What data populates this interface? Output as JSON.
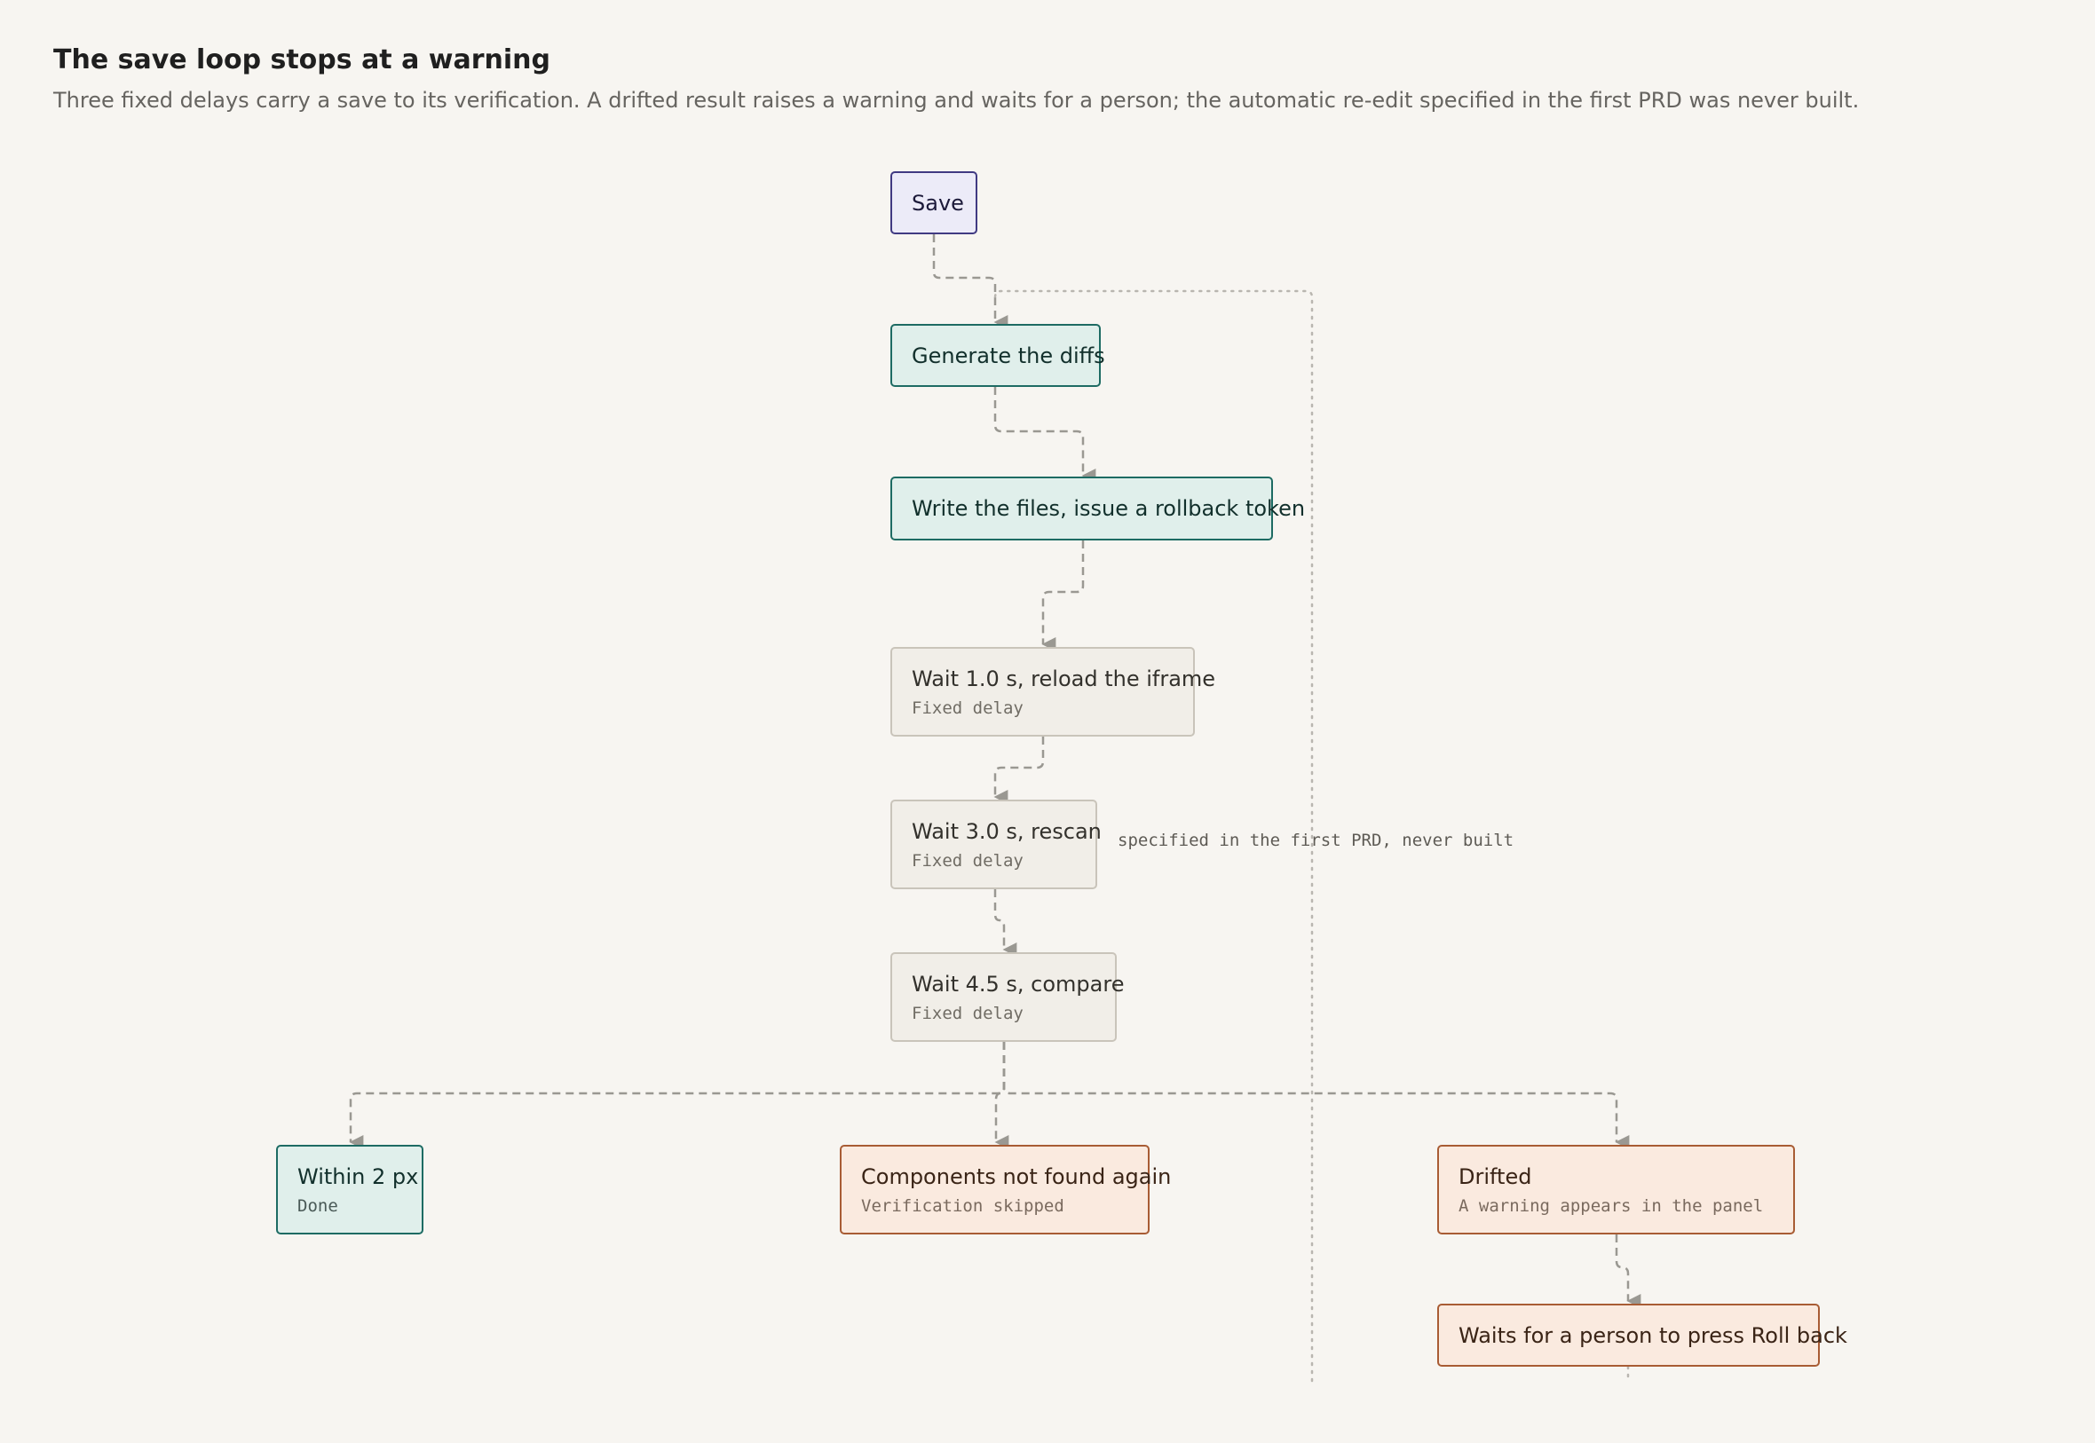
{
  "header": {
    "title": "The save loop stops at a warning",
    "subtitle": "Three fixed delays carry a save to its verification. A drifted result raises a warning and waits for a person; the automatic re-edit specified in the first PRD was never built."
  },
  "nodes": {
    "save": {
      "label": "Save"
    },
    "generate": {
      "label": "Generate the diffs"
    },
    "write": {
      "label": "Write the files, issue a rollback token"
    },
    "wait1": {
      "label": "Wait 1.0 s, reload the iframe",
      "sub": "Fixed delay"
    },
    "wait2": {
      "label": "Wait 3.0 s, rescan",
      "sub": "Fixed delay"
    },
    "wait3": {
      "label": "Wait 4.5 s, compare",
      "sub": "Fixed delay"
    },
    "within": {
      "label": "Within 2 px",
      "sub": "Done"
    },
    "notfound": {
      "label": "Components not found again",
      "sub": "Verification skipped"
    },
    "drifted": {
      "label": "Drifted",
      "sub": "A warning appears in the panel"
    },
    "waits": {
      "label": "Waits for a person to press Roll back"
    }
  },
  "annotations": {
    "never_built": "specified in the first PRD, never built"
  },
  "colors": {
    "start": "#403a82",
    "step": "#1d6b63",
    "delay": "#c9c4ba",
    "warning": "#a85c34",
    "connector": "#9a9892"
  }
}
